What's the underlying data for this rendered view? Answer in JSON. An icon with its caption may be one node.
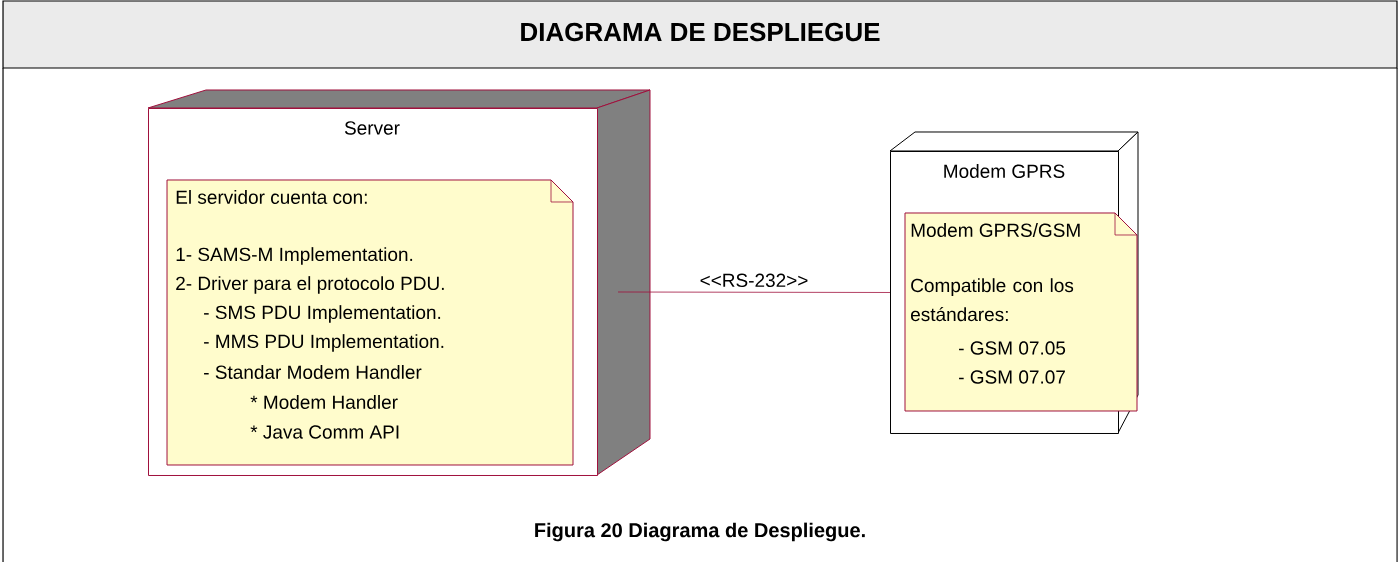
{
  "diagram": {
    "title": "DIAGRAMA DE DESPLIEGUE",
    "caption": "Figura 20 Diagrama de Despliegue.",
    "nodes": [
      {
        "text": [
          "Server"
        ]
      },
      {
        "text": [
          "El servidor cuenta con:",
          "1- SAMS-M Implementation.",
          "2- Driver para el protocolo PDU.",
          "- SMS PDU Implementation.",
          "- MMS PDU Implementation.",
          "- Standar Modem Handler",
          "* Modem Handler",
          "* Java Comm API"
        ],
        "in": 0
      },
      {
        "text": [
          "Modem GPRS"
        ]
      },
      {
        "text": [
          "Modem GPRS/GSM",
          "Compatible con los estándares:",
          "- GSM 07.05",
          "- GSM 07.07"
        ],
        "in": 2
      }
    ],
    "edges": [
      {
        "from": 0,
        "to": 2,
        "arrow": "none",
        "label": "<<RS-232>>",
        "color": "#a0103c"
      }
    ]
  }
}
